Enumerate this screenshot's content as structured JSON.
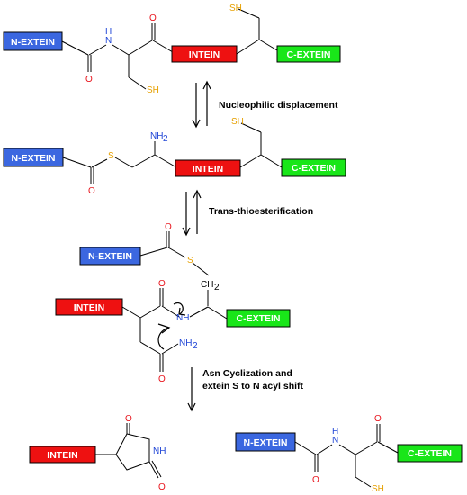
{
  "labels": {
    "n_extein": "N-EXTEIN",
    "c_extein": "C-EXTEIN",
    "intein": "INTEIN"
  },
  "atoms": {
    "O": "O",
    "N": "N",
    "H": "H",
    "NH": "NH",
    "SH": "SH",
    "S": "S",
    "NH2": "NH",
    "sub2": "2",
    "CH2": "CH",
    "NH2_top": "NH"
  },
  "steps": {
    "step1": "Nucleophilic displacement",
    "step2": "Trans-thioesterification",
    "step3_line1": "Asn Cyclization and",
    "step3_line2": "extein S to N acyl shift"
  },
  "colors": {
    "n_extein": "#3b67e0",
    "c_extein": "#19e619",
    "intein": "#ee1111",
    "oxygen": "#e8141c",
    "nitrogen": "#1f45d6",
    "sulfur": "#e6a000"
  }
}
